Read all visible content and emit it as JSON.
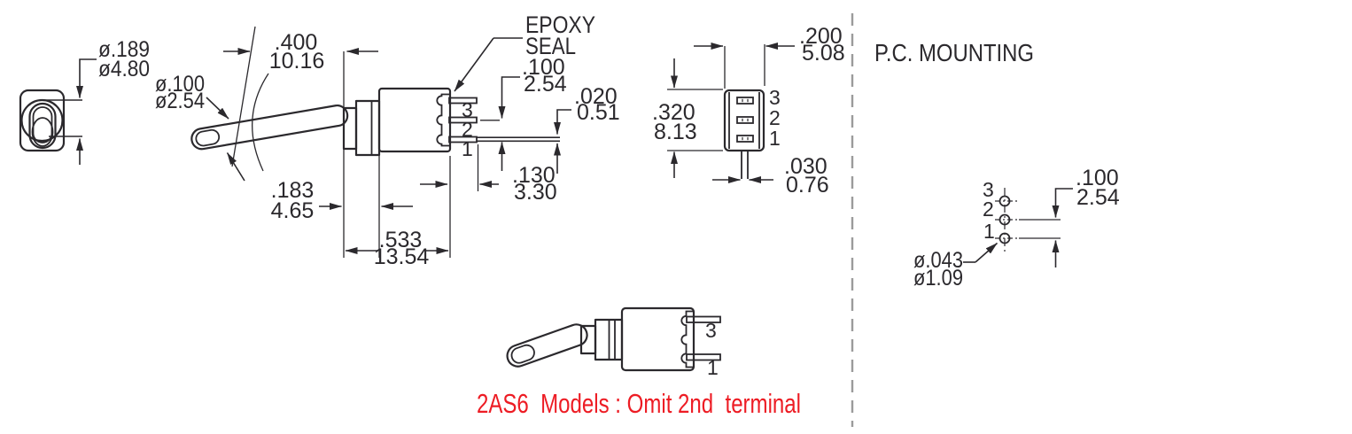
{
  "pc_section_title": "P.C. MOUNTING",
  "callouts": {
    "epoxy_line1": "EPOXY",
    "epoxy_line2": "SEAL"
  },
  "note": "2AS6  Models : Omit 2nd  terminal",
  "colors": {
    "line": "#2b292d",
    "note_red": "#ed1c24",
    "separator_gray": "#9b9b9b"
  },
  "front_view": {
    "toggle_dia_in": "ø.189",
    "toggle_dia_mm": "ø4.80",
    "lever_dia_in": "ø.100",
    "lever_dia_mm": "ø2.54"
  },
  "side_view": {
    "terminals": [
      "3",
      "2",
      "1"
    ],
    "bushing_length_in": ".400",
    "bushing_length_mm": "10.16",
    "nut_length_in": ".183",
    "nut_length_mm": "4.65",
    "body_length_in": ".533",
    "body_length_mm": "13.54",
    "terminal_pitch_in": ".100",
    "terminal_pitch_mm": "2.54",
    "terminal_thickness_in": ".020",
    "terminal_thickness_mm": "0.51",
    "terminal_length_in": ".130",
    "terminal_length_mm": "3.30"
  },
  "rear_view": {
    "terminals": [
      "3",
      "2",
      "1"
    ],
    "body_width_in": ".200",
    "body_width_mm": "5.08",
    "body_height_in": ".320",
    "body_height_mm": "8.13",
    "lead_width_in": ".030",
    "lead_width_mm": "0.76"
  },
  "pc_mounting": {
    "terminals": [
      "3",
      "2",
      "1"
    ],
    "hole_pitch_in": ".100",
    "hole_pitch_mm": "2.54",
    "hole_dia_in": "ø.043",
    "hole_dia_mm": "ø1.09"
  },
  "bottom_view": {
    "terminals": [
      "3",
      "1"
    ]
  }
}
